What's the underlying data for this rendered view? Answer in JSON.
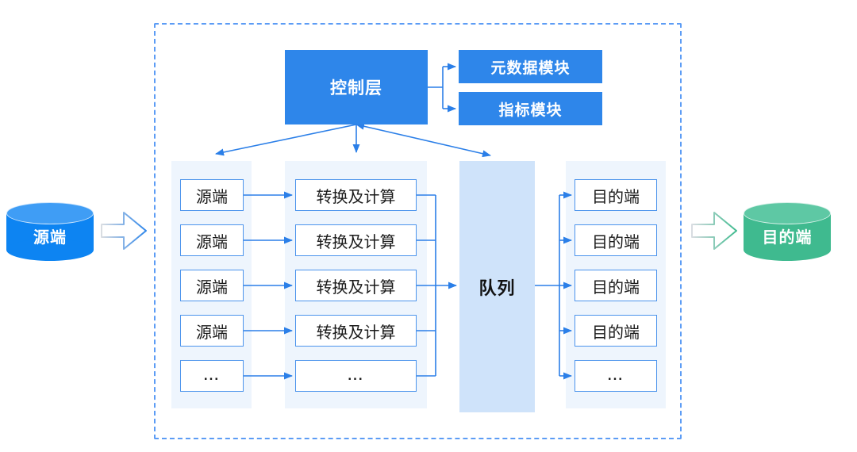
{
  "diagram": {
    "source_cylinder": {
      "label": "源端"
    },
    "dest_cylinder": {
      "label": "目的端"
    },
    "control_layer": {
      "label": "控制层"
    },
    "modules": {
      "metadata": {
        "label": "元数据模块"
      },
      "metric": {
        "label": "指标模块"
      }
    },
    "queue": {
      "label": "队列"
    },
    "columns": {
      "source": [
        "源端",
        "源端",
        "源端",
        "源端",
        "..."
      ],
      "transform": [
        "转换及计算",
        "转换及计算",
        "转换及计算",
        "转换及计算",
        "..."
      ],
      "dest": [
        "目的端",
        "目的端",
        "目的端",
        "目的端",
        "..."
      ]
    },
    "colors": {
      "primary_blue": "#2E86EA",
      "cylinder_blue": "#0D84F2",
      "cylinder_green": "#3FBA8F",
      "column_bg": "#EEF5FD",
      "queue_bg": "#CFE3FA",
      "line_blue": "#2B7FE8",
      "node_border": "#4C94EC",
      "dashed_border": "#5C9CF5"
    }
  }
}
